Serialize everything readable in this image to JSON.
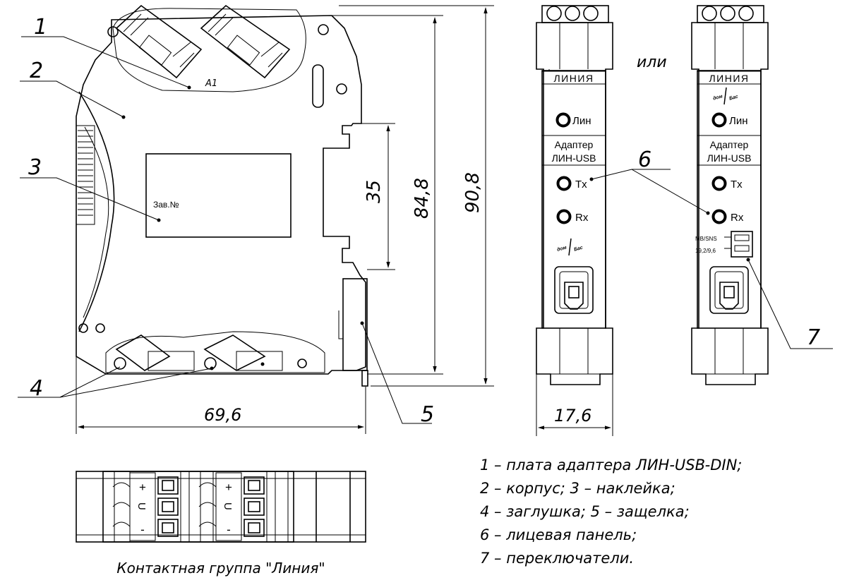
{
  "callouts": {
    "n1": "1",
    "n2": "2",
    "n3": "3",
    "n4": "4",
    "n5": "5",
    "n6": "6",
    "n7": "7"
  },
  "side_view": {
    "terminal_label": "A1",
    "sticker_label": "Зав.№"
  },
  "dimensions": {
    "din_rail": "35",
    "height_inner": "84,8",
    "height_total": "90,8",
    "width": "69,6",
    "front_width": "17,6"
  },
  "or_label": "или",
  "front_panel": {
    "title": "ЛИНИЯ",
    "led_lin": "Лин",
    "device_name_1": "Адаптер",
    "device_name_2": "ЛИН-USB",
    "led_tx": "Tx",
    "led_rx": "Rx",
    "switch_1": "MB/SNS",
    "switch_2": "19,2/9,6",
    "logo_1": "дом",
    "logo_2": "Бас"
  },
  "contact_group": {
    "plus": "+",
    "u": "U",
    "minus": "-",
    "caption": "Контактная группа \"Линия\""
  },
  "legend": [
    "1 – плата адаптера ЛИН-USB-DIN;",
    "2 – корпус; 3 – наклейка;",
    "4 – заглушка; 5 – защелка;",
    "6 – лицевая панель;",
    "7 – переключатели."
  ],
  "colors": {
    "ink": "#000000",
    "paper": "#ffffff"
  }
}
